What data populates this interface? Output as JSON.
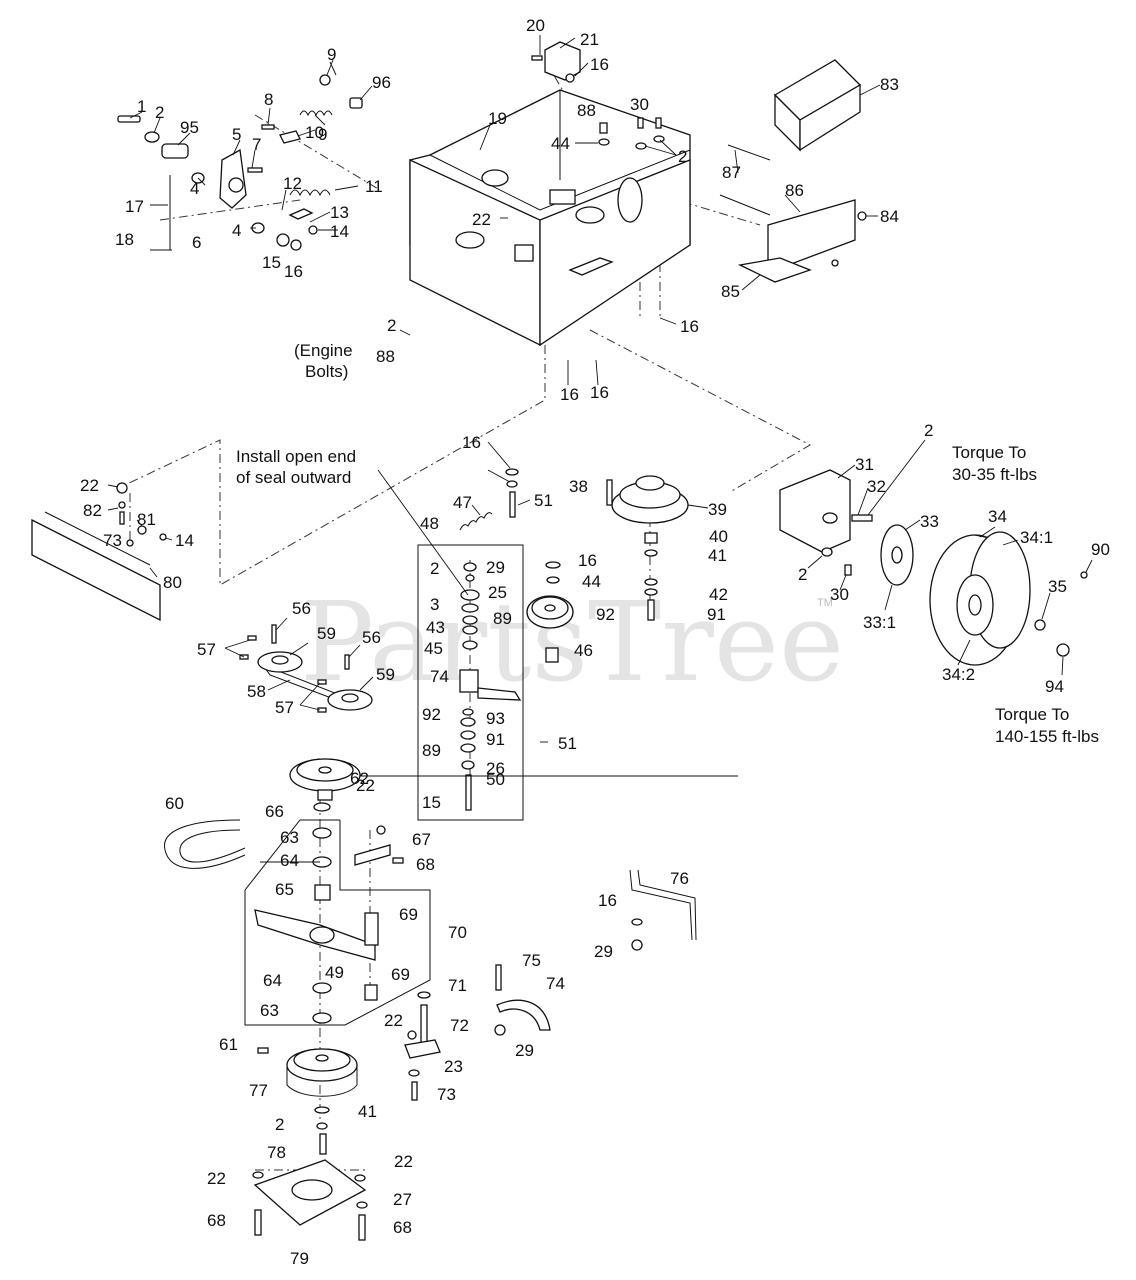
{
  "watermark": {
    "text": "PartsTree",
    "tm": "TM"
  },
  "notes": {
    "engine_bolts_1": "(Engine",
    "engine_bolts_2": "Bolts)",
    "seal_1": "Install open end",
    "seal_2": "of seal outward",
    "torque_hub_1": "Torque To",
    "torque_hub_2": "30-35 ft-lbs",
    "torque_wheel_1": "Torque To",
    "torque_wheel_2": "140-155 ft-lbs"
  },
  "callouts": [
    "1",
    "2",
    "95",
    "9",
    "96",
    "8",
    "10",
    "5",
    "7",
    "9",
    "11",
    "17",
    "4",
    "12",
    "13",
    "18",
    "6",
    "4",
    "14",
    "15",
    "16",
    "20",
    "21",
    "16",
    "88",
    "44",
    "30",
    "2",
    "19",
    "22",
    "83",
    "87",
    "86",
    "84",
    "85",
    "16",
    "2",
    "88",
    "16",
    "16",
    "22",
    "82",
    "81",
    "73",
    "14",
    "80",
    "16",
    "47",
    "51",
    "38",
    "39",
    "31",
    "32",
    "2",
    "48",
    "2",
    "29",
    "40",
    "16",
    "41",
    "25",
    "44",
    "3",
    "89",
    "42",
    "43",
    "45",
    "91",
    "92",
    "46",
    "33",
    "34",
    "34:1",
    "90",
    "2",
    "30",
    "35",
    "33:1",
    "34:2",
    "94",
    "56",
    "57",
    "59",
    "56",
    "58",
    "59",
    "57",
    "74",
    "92",
    "93",
    "51",
    "89",
    "91",
    "26",
    "15",
    "50",
    "62",
    "60",
    "66",
    "22",
    "67",
    "63",
    "68",
    "64",
    "65",
    "76",
    "69",
    "70",
    "16",
    "29",
    "64",
    "49",
    "69",
    "75",
    "74",
    "71",
    "63",
    "22",
    "72",
    "29",
    "61",
    "23",
    "77",
    "73",
    "2",
    "41",
    "78",
    "22",
    "22",
    "27",
    "68",
    "68",
    "79"
  ]
}
